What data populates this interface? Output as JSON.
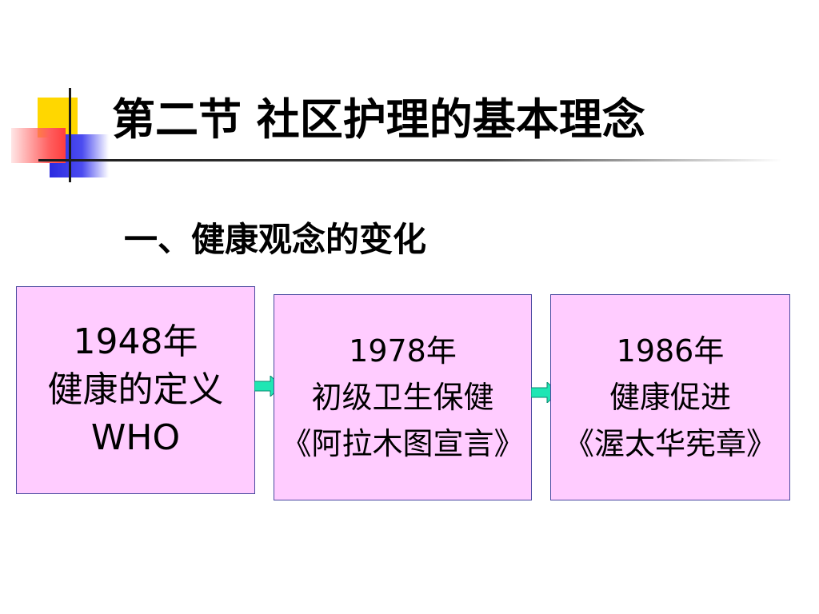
{
  "slide": {
    "title": "第二节  社区护理的基本理念",
    "subtitle": "一、健康观念的变化",
    "boxes": [
      {
        "line1": "1948年",
        "line2": "健康的定义",
        "line3": "WHO"
      },
      {
        "line1": "1978年",
        "line2": "初级卫生保健",
        "line3": "《阿拉木图宣言》"
      },
      {
        "line1": "1986年",
        "line2": "健康促进",
        "line3": "《渥太华宪章》"
      }
    ],
    "colors": {
      "box_fill": "#ffccff",
      "box_border": "#4a4aa0",
      "arrow": "#1fe6b4",
      "accent_yellow": "#ffd700",
      "accent_blue": "#2a2ae0",
      "accent_red": "#ff5f5f"
    }
  }
}
